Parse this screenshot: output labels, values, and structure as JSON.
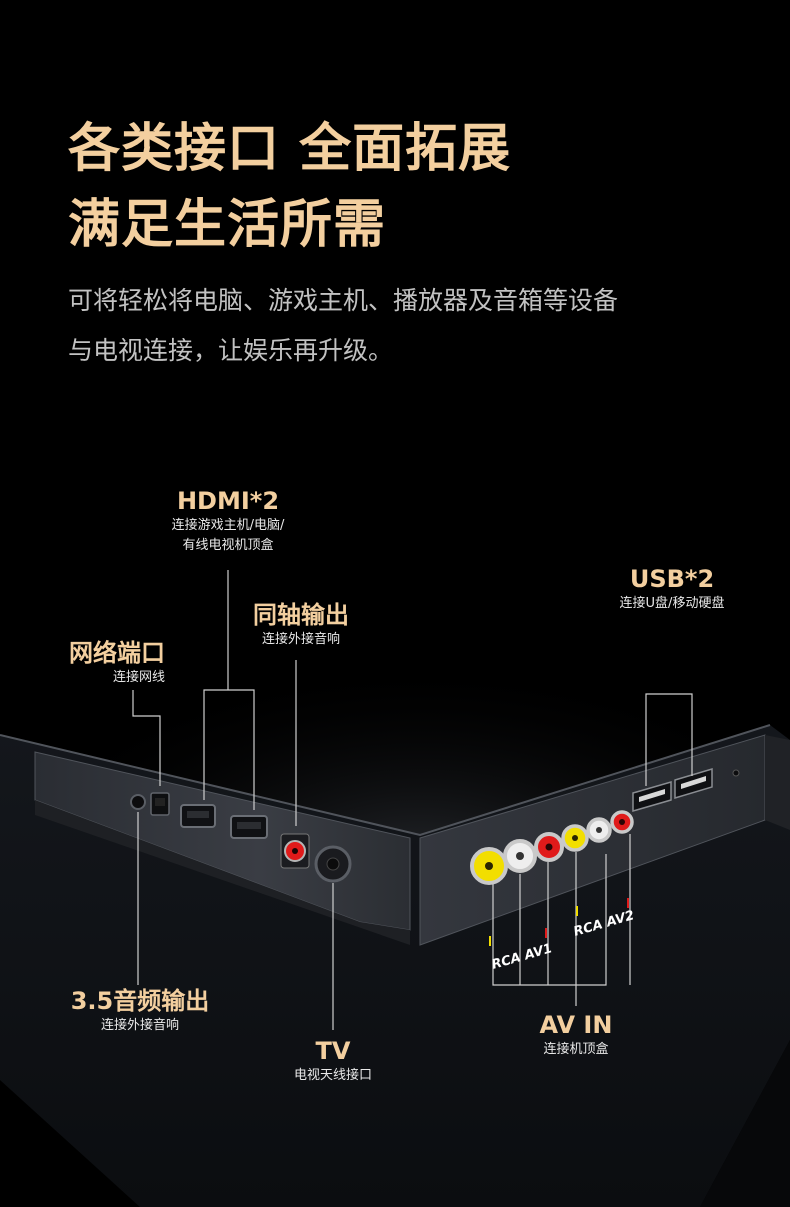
{
  "headline": {
    "line1": "各类接口 全面拓展",
    "line2": "满足生活所需"
  },
  "description": {
    "line1": "可将轻松将电脑、游戏主机、播放器及音箱等设备",
    "line2": "与电视连接，让娱乐再升级。"
  },
  "callouts": {
    "hdmi": {
      "title": "HDMI*2",
      "sub1": "连接游戏主机/电脑/",
      "sub2": "有线电视机顶盒"
    },
    "coax": {
      "title": "同轴输出",
      "sub": "连接外接音响"
    },
    "network": {
      "title": "网络端口",
      "sub": "连接网线"
    },
    "usb": {
      "title": "USB*2",
      "sub": "连接U盘/移动硬盘"
    },
    "audio35": {
      "title": "3.5音频输出",
      "sub": "连接外接音响"
    },
    "tv": {
      "title": "TV",
      "sub": "电视天线接口"
    },
    "avin": {
      "title": "AV IN",
      "sub": "连接机顶盒"
    }
  },
  "port_labels": {
    "av1": "RCA  AV1",
    "av2": "RCA  AV2"
  },
  "colors": {
    "gold": "#f3cf9f",
    "background": "#000000",
    "rca_yellow": "#f2de00",
    "rca_white": "#eeeeee",
    "rca_red": "#e01a1a"
  }
}
